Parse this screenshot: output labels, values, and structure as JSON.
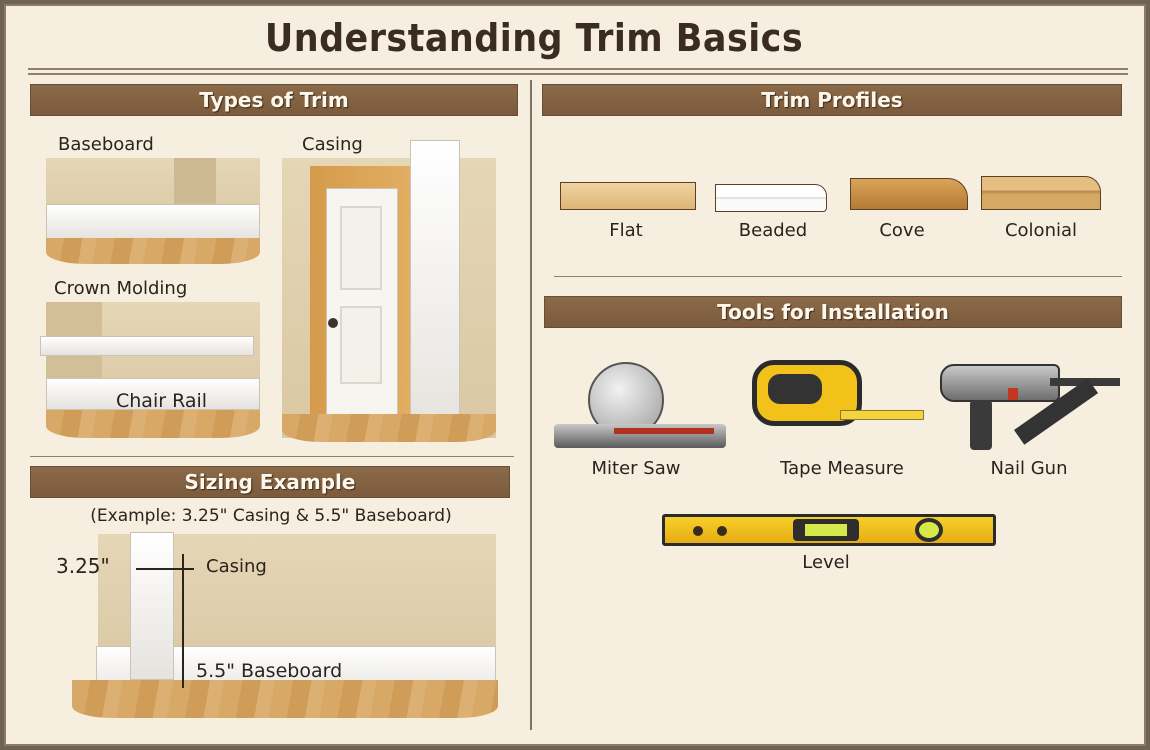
{
  "title": "Understanding Trim Basics",
  "sections": {
    "types_of_trim": {
      "header": "Types of Trim",
      "items": [
        "Baseboard",
        "Casing",
        "Crown Molding",
        "Chair Rail"
      ]
    },
    "trim_profiles": {
      "header": "Trim Profiles",
      "items": [
        "Flat",
        "Beaded",
        "Cove",
        "Colonial"
      ]
    },
    "tools": {
      "header": "Tools for Installation",
      "items": [
        "Miter Saw",
        "Tape Measure",
        "Nail Gun",
        "Level"
      ]
    },
    "sizing": {
      "header": "Sizing Example",
      "subtitle": "(Example: 3.25\" Casing & 5.5\" Baseboard)",
      "casing_measure": "3.25\"",
      "casing_label": "Casing",
      "baseboard_label": "5.5\" Baseboard"
    }
  },
  "colors": {
    "band": "#7b5b3c",
    "background": "#f6efe0",
    "text": "#2b231d",
    "tool_yellow": "#f2c21a"
  }
}
